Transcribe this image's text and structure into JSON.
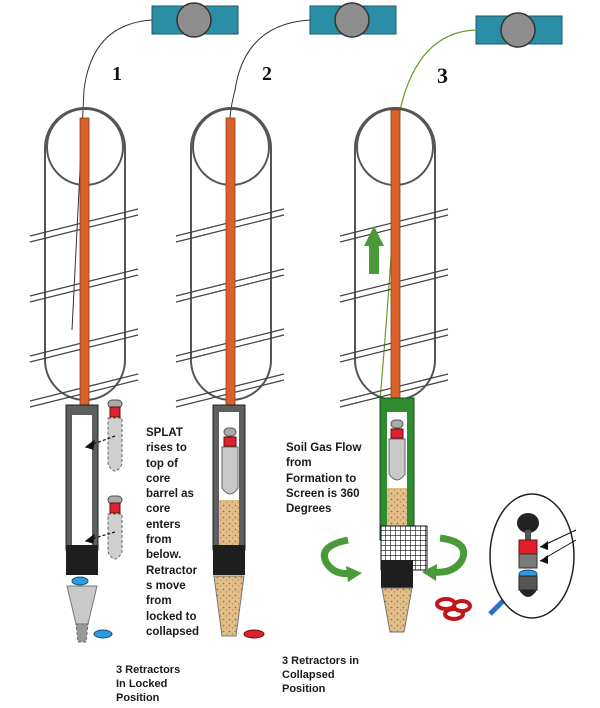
{
  "stages": [
    {
      "number": "1"
    },
    {
      "number": "2"
    },
    {
      "number": "3"
    }
  ],
  "annotations": {
    "splat_description": [
      "SPLAT",
      "rises to",
      "top of",
      "core",
      "barrel as",
      "core",
      "enters",
      "from",
      "below.",
      "Retractor",
      "s move",
      "from",
      "locked to",
      "collapsed"
    ],
    "soil_gas_flow": [
      "Soil Gas Flow",
      "from",
      "Formation to",
      "Screen is 360",
      "Degrees"
    ],
    "caption_locked": [
      "3 Retractors",
      "In Locked",
      "Position"
    ],
    "caption_collapsed": [
      "3 Retractors in",
      "Collapsed",
      "Position"
    ]
  },
  "colors": {
    "valve_box": "#2a8fa6",
    "valve_knob": "#8e8e8e",
    "sample_rod": "#d9622b",
    "coil_outline": "#555555",
    "core_barrel": "#555555",
    "core_barrel_active": "#2e8b2e",
    "soil_core": "#d8b27a",
    "seal_red": "#e0202a",
    "seal_blue": "#2e9be0",
    "flow_arrow": "#4a9a3a",
    "pointer_arrow": "#2c6fcf"
  }
}
